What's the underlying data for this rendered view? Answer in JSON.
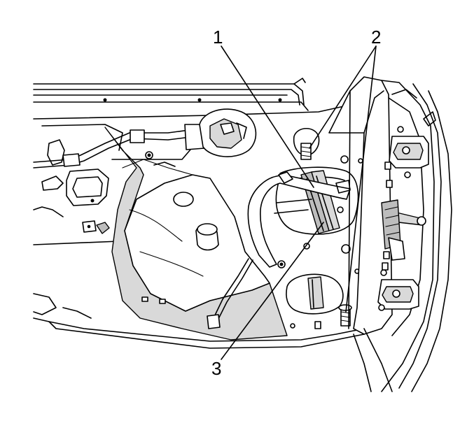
{
  "figure": {
    "callouts": [
      {
        "id": "1",
        "label": "1"
      },
      {
        "id": "2",
        "label": "2"
      },
      {
        "id": "3",
        "label": "3"
      }
    ],
    "colors": {
      "line": "#000000",
      "shade": "#d9d9d9",
      "background": "#ffffff"
    }
  }
}
